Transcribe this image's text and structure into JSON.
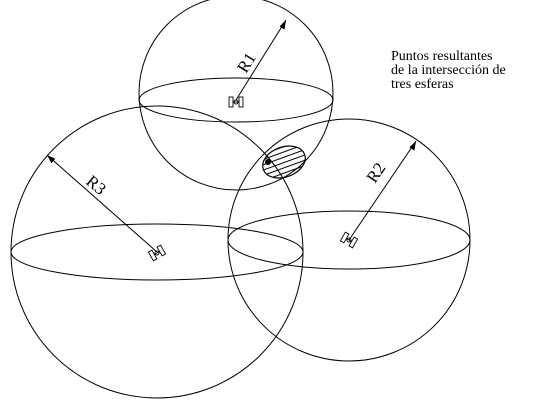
{
  "labels": {
    "r1": "R1",
    "r2": "R2",
    "r3": "R3"
  },
  "annotation": {
    "line1": "Puntos resultantes",
    "line2": "de la intersección de",
    "line3": "tres esferas"
  },
  "icons": {
    "satellite": "satellite-icon"
  }
}
